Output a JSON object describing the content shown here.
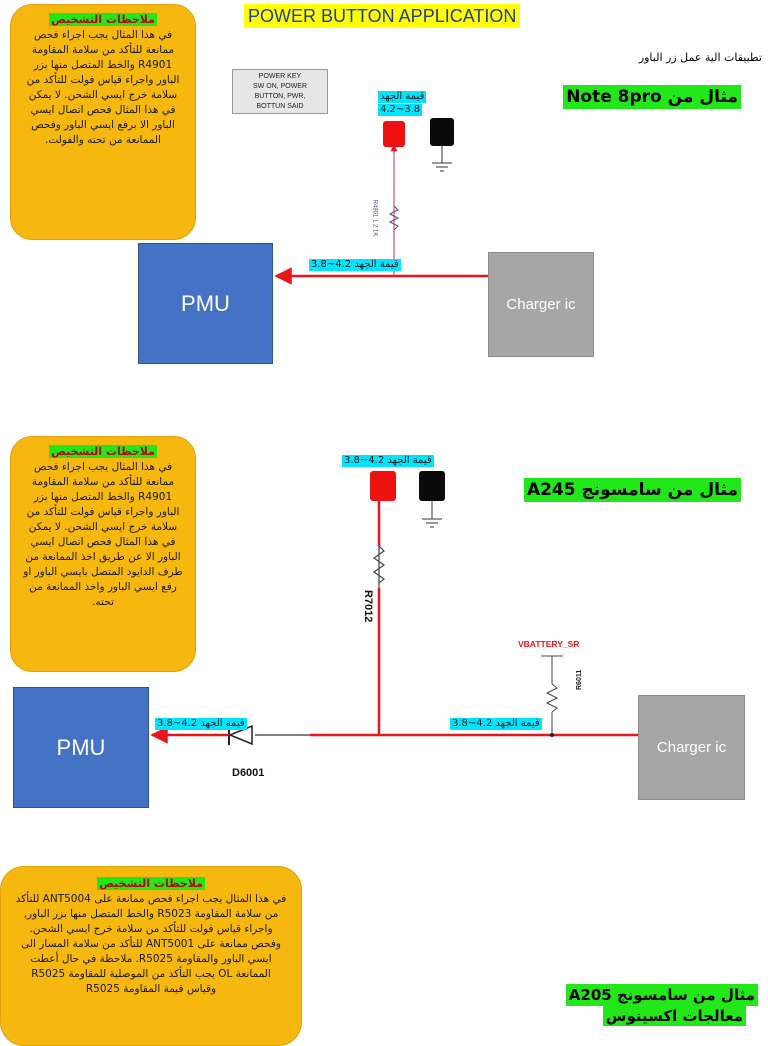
{
  "page": {
    "title": "POWER BUTTON APPLICATION",
    "subtitle_ar": "تطبيقات الية عمل زر الباور"
  },
  "section1": {
    "example_label": "مثال من Note 8pro",
    "note_title": "ملاحظات التشخيص",
    "note_body": "في هذا المثال يجب اجراء فحص ممانعة للتأكد من سلامة المقاومة R4901 والخط المتصل منها بزر الباور واجراء قياس فولت للتأكد من سلامة خرج ايسي الشحن. لا يمكن في هذا المثال فحص اتصال ايسي الباور الا برفع ايسي الباور وفحص الممانعة من تحته والفولت.",
    "power_key_box": [
      "POWER KEY",
      "SW ON, POWER",
      "BUTTON, PWR,",
      "BOTTUN SAID"
    ],
    "voltage_top_label": "قيمة الجهد",
    "voltage_top_value": "3.8~4.2",
    "voltage_line_label": "قيمة الجهد 4.2~3.8",
    "resistor_label": "R4901  1  2  1K",
    "pmu_label": "PMU",
    "charger_label": "Charger ic"
  },
  "section2": {
    "example_label": "مثال من سامسونج A245",
    "note_title": "ملاحظات التشخيص",
    "note_body": "في هذا المثال يجب اجراء فحص ممانعة للتأكد من سلامة المقاومة R4901 والخط المتصل منها بزر الباور واجراء قياس فولت للتأكد من سلامة خرج ايسي الشحن. لا يمكن في هذا المثال فحص اتصال ايسي الباور الا عن طريق اخذ الممانعة من طرف الدايود المتصل بايسي الباور او رفع ايسي الباور واخذ الممانعة من تحته.",
    "voltage_top_label": "قيمة الجهد 4.2~3.8",
    "voltage_left_label": "قيمة الجهد 4.2~3.8",
    "voltage_right_label": "قيمة الجهد 4.2~3.8",
    "resistor_label": "R7012",
    "vbattery_label": "VBATTERY_SR",
    "resistor2_label": "R6011",
    "diode_label": "D6001",
    "pmu_label": "PMU",
    "charger_label": "Charger ic"
  },
  "section3": {
    "example_label_line1": "مثال من سامسونج A205",
    "example_label_line2": "معالجات اكسينوس",
    "note_title": "ملاحظات التشخيص",
    "note_body": "في هذا المثال يجب اجراء فحص ممانعة على ANT5004 للتأكد من سلامة المقاومة R5023 والخط المتصل منها بزر الباور, واجراء قياس فولت للتأكد من سلامة خرج ايسي الشحن. وفحص ممانعة على ANT5001 للتأكد من سلامة المسار الى ايسي الباور والمقاومة R5025. ملاحظة في حال أعطت الممانعة OL يجب التأكد من الموصلية للمقاومة R5025 وقياس قيمة المقاومة R5025"
  },
  "colors": {
    "title_bg": "#ffff00",
    "title_text": "#1f3f8f",
    "label_green": "#22e81a",
    "note_orange": "#f6b70f",
    "pmu_blue": "#4472c4",
    "charger_gray": "#a6a6a6",
    "wire_red": "#e8161c",
    "voltage_cyan": "#00e5ff"
  }
}
